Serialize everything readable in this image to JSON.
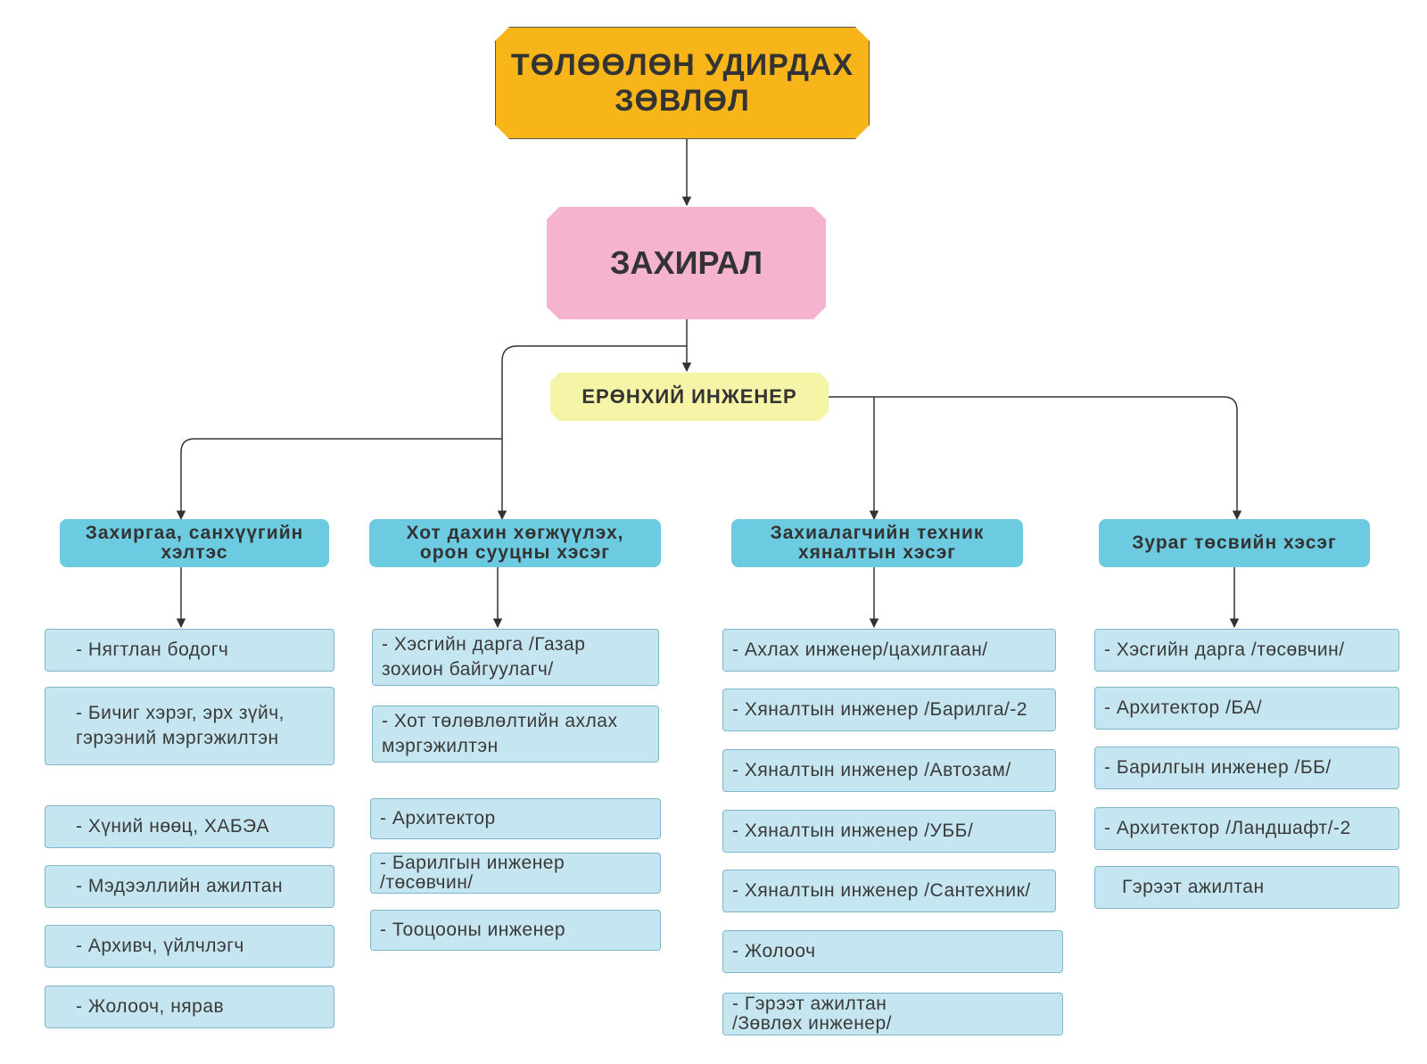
{
  "board": {
    "line1": "ТӨЛӨӨЛӨН УДИРДАХ",
    "line2": "ЗӨВЛӨЛ"
  },
  "director": {
    "label": "ЗАХИРАЛ"
  },
  "chief_engineer": {
    "label": "ЕРӨНХИЙ ИНЖЕНЕР"
  },
  "departments": [
    {
      "line1": "Захиргаа, санхүүгийн",
      "line2": "хэлтэс",
      "items": [
        "-  Нягтлан бодогч",
        "-  Бичиг хэрэг, эрх зүйч,\n гэрээний мэргэжилтэн",
        "-  Хүний нөөц, ХАБЭА",
        "-  Мэдээллийн ажилтан",
        "-  Архивч, үйлчлэгч",
        "-  Жолооч, нярав"
      ]
    },
    {
      "line1": "Хот дахин хөгжүүлэх,",
      "line2": "орон сууцны хэсэг",
      "items": [
        "-  Хэсгийн дарга /Газар\n   зохион байгуулагч/",
        "-  Хот төлөвлөлтийн ахлах\n   мэргэжилтэн",
        "-  Архитектор",
        "-  Барилгын инженер\n   /төсөвчин/",
        "-  Тооцооны инженер"
      ]
    },
    {
      "line1": "Захиалагчийн техник",
      "line2": "хяналтын хэсэг",
      "items": [
        "-  Ахлах инженер/цахилгаан/",
        "-  Хяналтын инженер /Барилга/-2",
        "-  Хяналтын инженер /Автозам/",
        "-  Хяналтын инженер /УББ/",
        "-  Хяналтын инженер /Сантехник/",
        "-  Жолооч",
        "-  Гэрээт ажилтан\n   /Зөвлөх инженер/"
      ]
    },
    {
      "line1": "Зураг төсвийн хэсэг",
      "line2": "",
      "items": [
        "-  Хэсгийн дарга /төсөвчин/",
        "-  Архитектор /БА/",
        "-  Барилгын инженер /ББ/",
        "-  Архитектор /Ландшафт/-2",
        "Гэрээт ажилтан"
      ]
    }
  ],
  "colors": {
    "board": "#f8b51a",
    "director": "#f5b3cf",
    "chief": "#f6f4a6",
    "department": "#6ccbe0",
    "item": "#c5e6f0",
    "line": "#333333"
  }
}
